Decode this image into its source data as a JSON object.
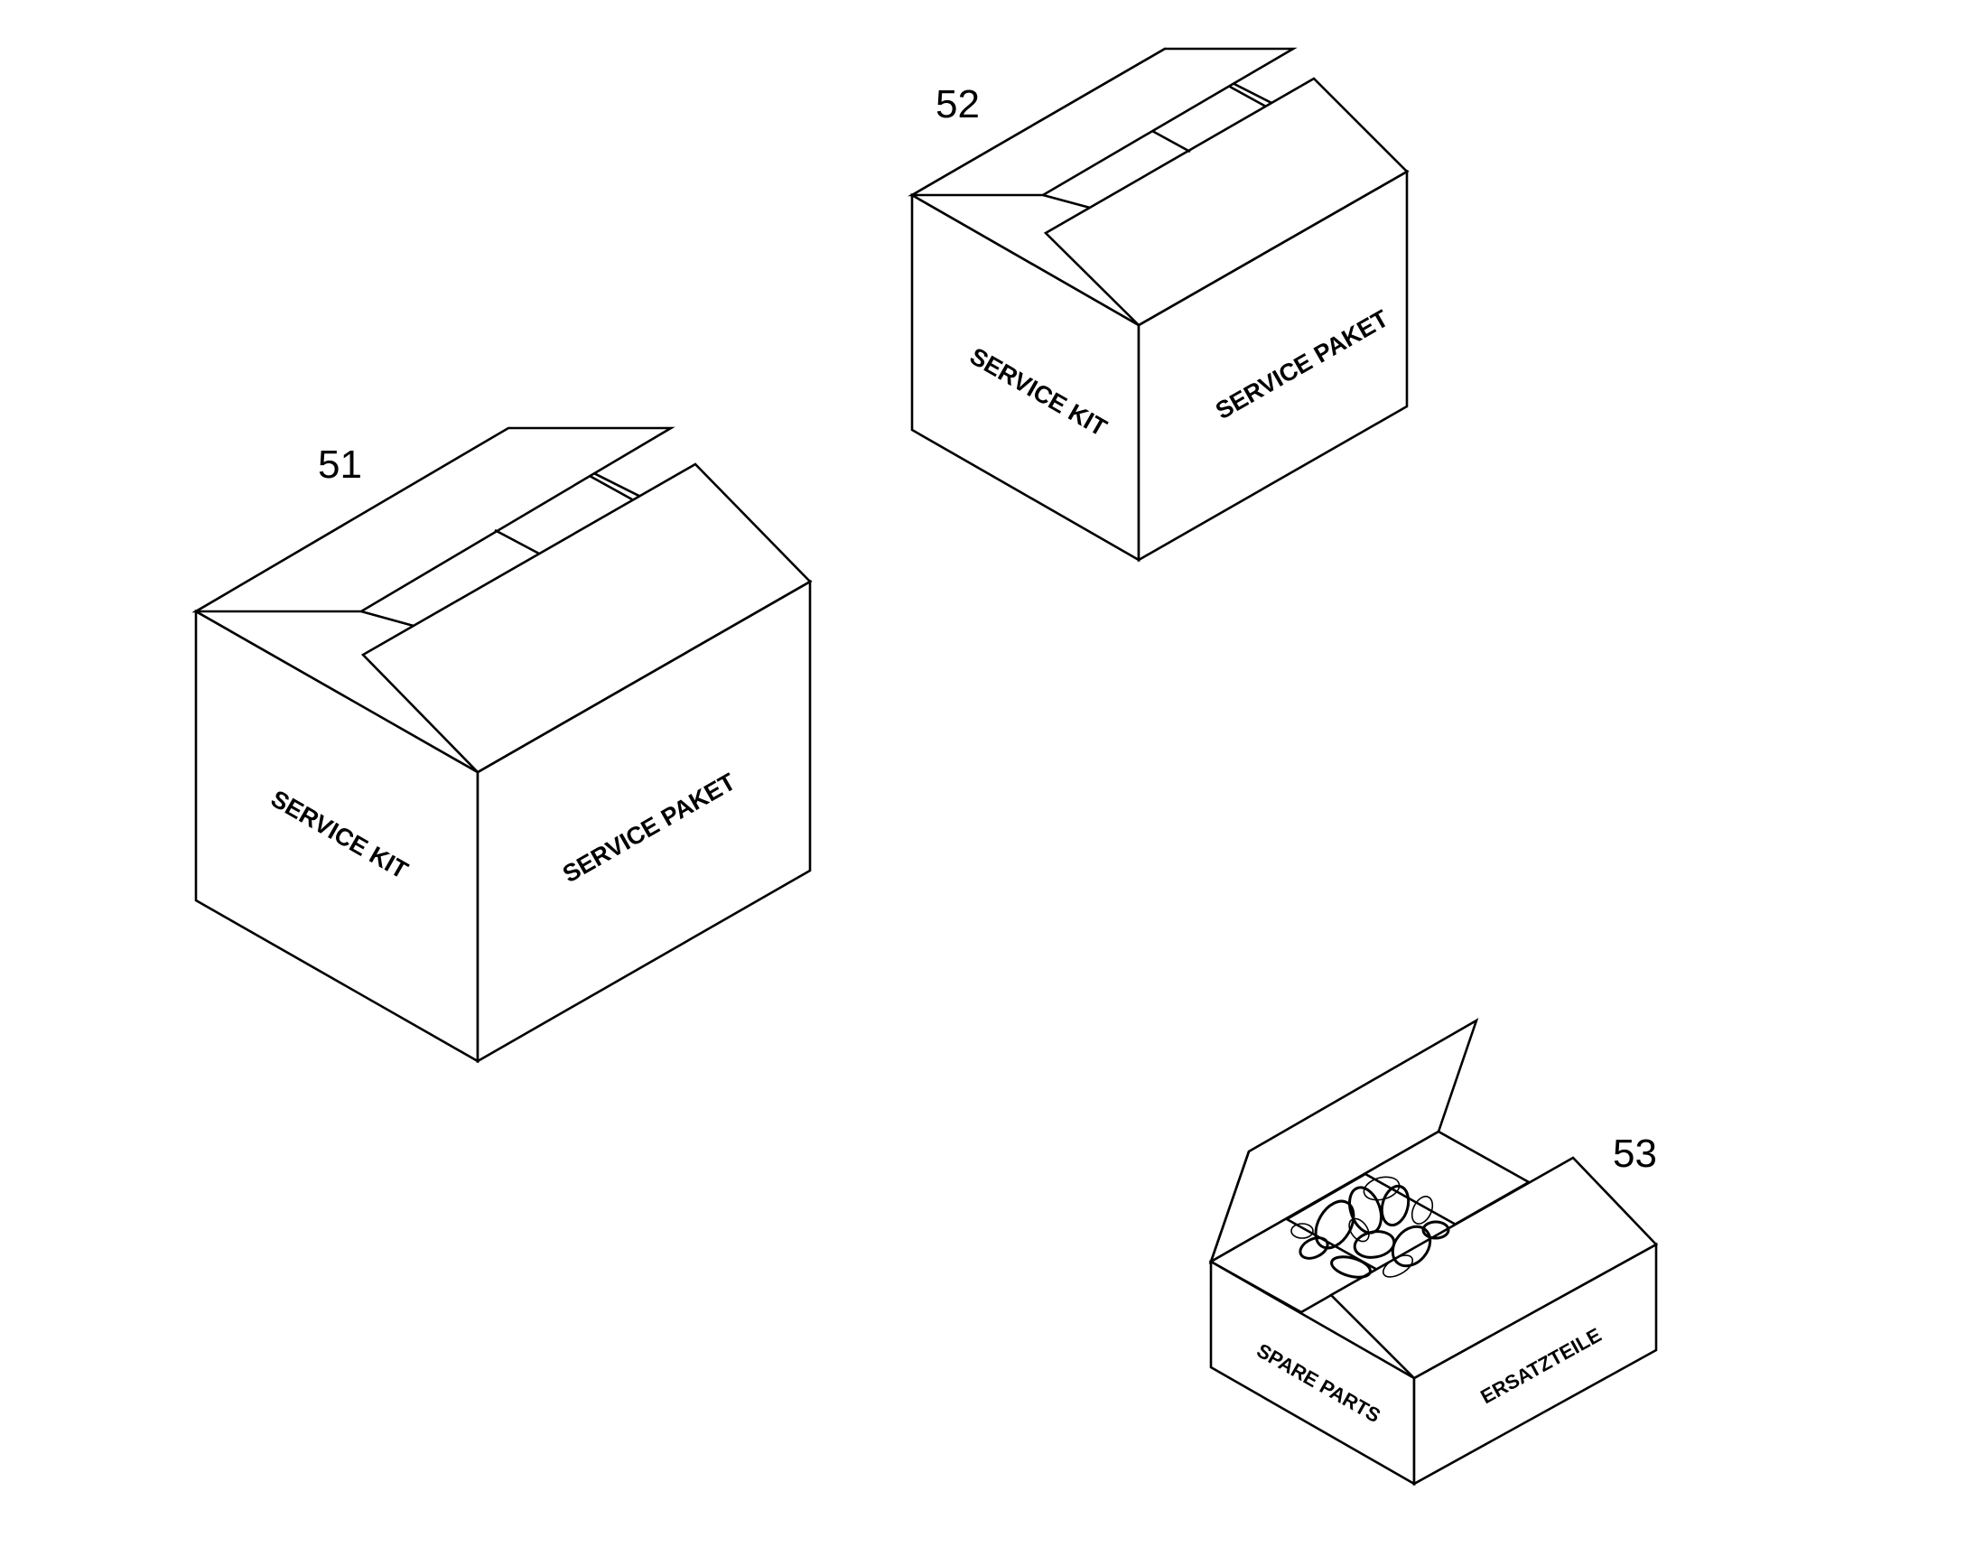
{
  "figure": {
    "boxes": [
      {
        "ref": "51",
        "front_label": "SERVICE KIT",
        "side_label": "SERVICE PAKET",
        "state": "closed"
      },
      {
        "ref": "52",
        "front_label": "SERVICE KIT",
        "side_label": "SERVICE PAKET",
        "state": "closed"
      },
      {
        "ref": "53",
        "front_label": "SPARE PARTS",
        "side_label": "ERSATZTEILE",
        "state": "open",
        "contents": "o-rings"
      }
    ]
  },
  "colors": {
    "line": "#000000",
    "background": "#ffffff"
  }
}
